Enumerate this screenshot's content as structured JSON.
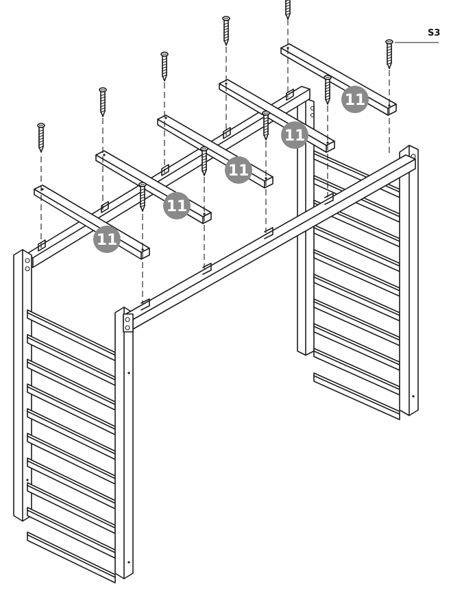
{
  "diagram": {
    "part_callout_label": "11",
    "callout_color": "#8a8a8a",
    "screw_reference_label": "S3",
    "callouts": [
      {
        "id": "slat-1",
        "text": "11"
      },
      {
        "id": "slat-2",
        "text": "11"
      },
      {
        "id": "slat-3",
        "text": "11"
      },
      {
        "id": "slat-4",
        "text": "11"
      },
      {
        "id": "slat-5",
        "text": "11"
      }
    ]
  }
}
